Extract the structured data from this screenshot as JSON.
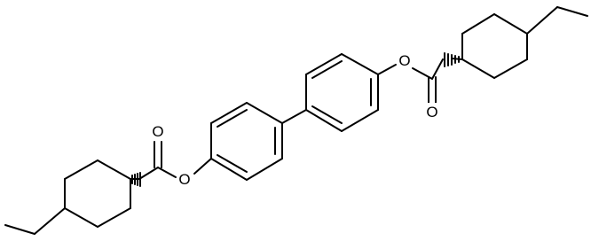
{
  "molecule": {
    "atoms": {
      "o_upper_ether": "O",
      "o_upper_carbonyl": "O",
      "o_lower_ether": "O",
      "o_lower_carbonyl": "O"
    }
  },
  "colors": {
    "bond": "#000000",
    "label": "#000000",
    "background": "#ffffff"
  }
}
